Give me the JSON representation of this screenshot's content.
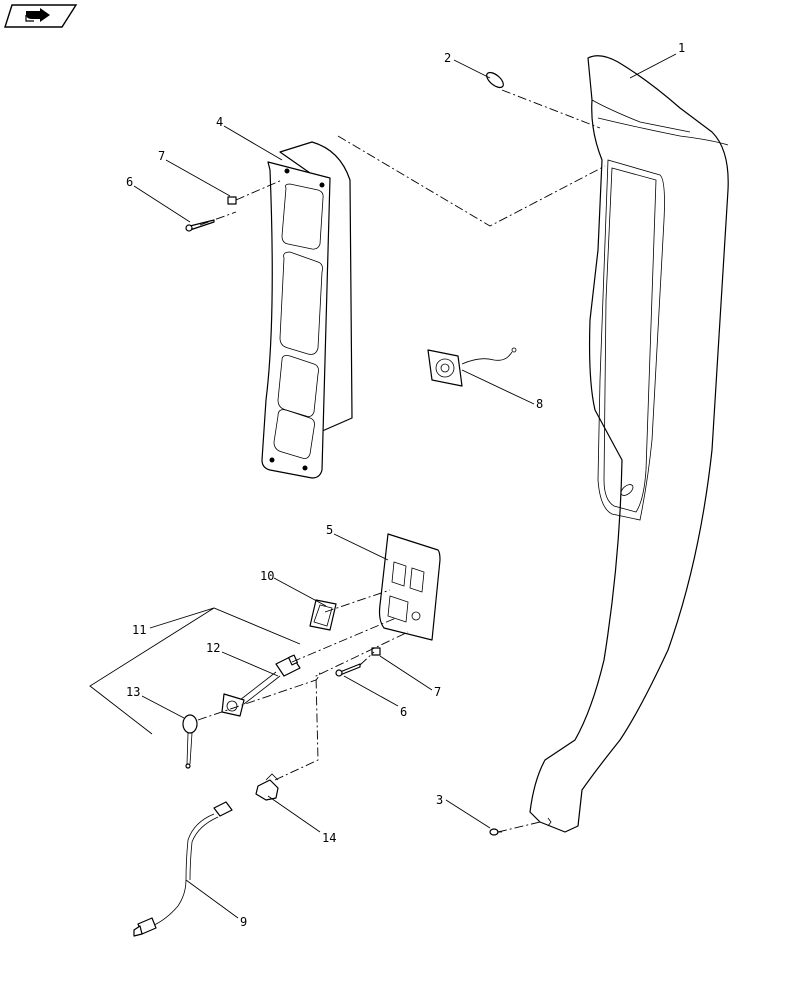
{
  "nav": {
    "icon": "return-arrow-icon",
    "border_color": "#000000"
  },
  "callouts": {
    "c1": "1",
    "c2": "2",
    "c3": "3",
    "c4": "4",
    "c5": "5",
    "c6a": "6",
    "c6b": "6",
    "c7a": "7",
    "c7b": "7",
    "c8": "8",
    "c9": "9",
    "c10": "10",
    "c11": "11",
    "c12": "12",
    "c13": "13",
    "c14": "14"
  }
}
